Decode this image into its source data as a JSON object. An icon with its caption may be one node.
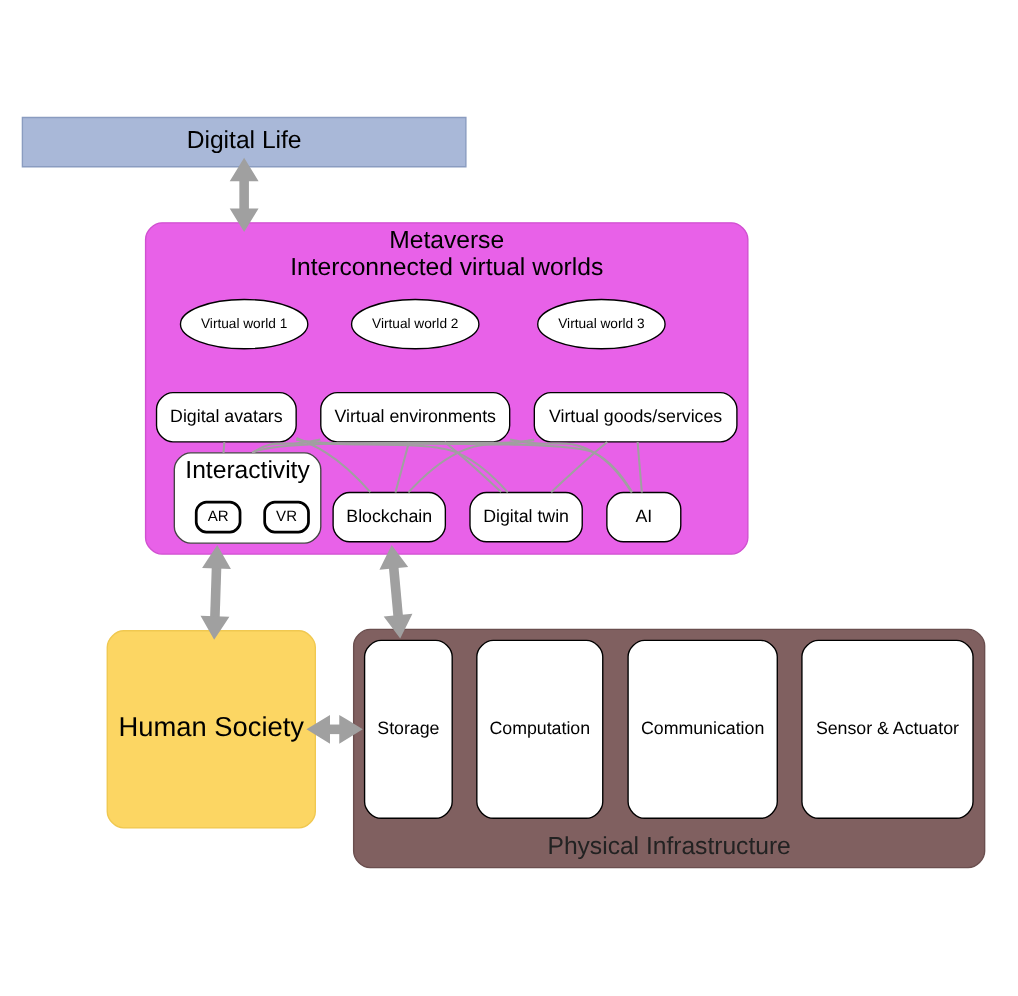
{
  "diagram": {
    "nodes": [
      {
        "text": [
          "Digital Life"
        ]
      },
      {
        "text": [
          "Metaverse",
          "Interconnected virtual worlds"
        ]
      },
      {
        "text": [
          "Virtual world 1"
        ],
        "in": 1
      },
      {
        "text": [
          "Virtual world 2"
        ],
        "in": 1
      },
      {
        "text": [
          "Virtual world 3"
        ],
        "in": 1
      },
      {
        "text": [
          "Digital avatars"
        ],
        "in": 1
      },
      {
        "text": [
          "Virtual environments"
        ],
        "in": 1
      },
      {
        "text": [
          "Virtual goods/services"
        ],
        "in": 1
      },
      {
        "text": [
          "Interactivity"
        ],
        "in": 1
      },
      {
        "text": [
          "AR"
        ],
        "in": 8
      },
      {
        "text": [
          "VR"
        ],
        "in": 8
      },
      {
        "text": [
          "AI"
        ],
        "in": 1
      },
      {
        "text": [
          "Digital twin"
        ],
        "in": 1
      },
      {
        "text": [
          "Blockchain"
        ],
        "in": 1
      },
      {
        "text": [
          "Human Society"
        ]
      },
      {
        "text": [
          "Physical Infrastructure"
        ]
      },
      {
        "text": [
          "Storage"
        ],
        "in": 15
      },
      {
        "text": [
          "Computation"
        ],
        "in": 15
      },
      {
        "text": [
          "Communication"
        ],
        "in": 15
      },
      {
        "text": [
          "Sensor & Actuator"
        ],
        "in": 15
      }
    ],
    "edges": [
      {
        "from": 0,
        "to": 1,
        "arrow": "both",
        "style": "thick"
      },
      {
        "from": 5,
        "to": 8,
        "arrow": "none"
      },
      {
        "from": 5,
        "to": 11,
        "arrow": "none"
      },
      {
        "from": 5,
        "to": 12,
        "arrow": "none"
      },
      {
        "from": 5,
        "to": 13,
        "arrow": "none"
      },
      {
        "from": 6,
        "to": 8,
        "arrow": "none"
      },
      {
        "from": 6,
        "to": 11,
        "arrow": "none"
      },
      {
        "from": 6,
        "to": 12,
        "arrow": "none"
      },
      {
        "from": 6,
        "to": 13,
        "arrow": "none"
      },
      {
        "from": 7,
        "to": 8,
        "arrow": "none"
      },
      {
        "from": 7,
        "to": 11,
        "arrow": "none"
      },
      {
        "from": 7,
        "to": 12,
        "arrow": "none"
      },
      {
        "from": 7,
        "to": 13,
        "arrow": "none"
      },
      {
        "from": 1,
        "to": 14,
        "arrow": "both",
        "style": "thick"
      },
      {
        "from": 1,
        "to": 15,
        "arrow": "both",
        "style": "thick"
      },
      {
        "from": 14,
        "to": 15,
        "arrow": "both",
        "style": "thick"
      }
    ]
  }
}
